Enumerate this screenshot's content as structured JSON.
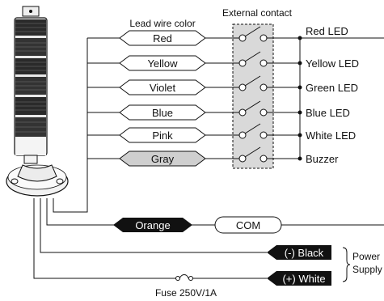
{
  "header": {
    "lead_wire_color": "Lead wire color",
    "external_contact": "External contact"
  },
  "leads": [
    {
      "color_label": "Red",
      "output": "Red LED",
      "fill": "#ffffff"
    },
    {
      "color_label": "Yellow",
      "output": "Yellow LED",
      "fill": "#ffffff"
    },
    {
      "color_label": "Violet",
      "output": "Green LED",
      "fill": "#ffffff"
    },
    {
      "color_label": "Blue",
      "output": "Blue LED",
      "fill": "#ffffff"
    },
    {
      "color_label": "Pink",
      "output": "White LED",
      "fill": "#ffffff"
    },
    {
      "color_label": "Gray",
      "output": "Buzzer",
      "fill": "#cfcfcf"
    }
  ],
  "common": {
    "wire_label": "Orange",
    "com_label": "COM"
  },
  "power": {
    "black_label": "(-) Black",
    "white_label": "(+) White",
    "supply_line1": "Power",
    "supply_line2": "Supply",
    "fuse_label": "Fuse 250V/1A"
  },
  "colors": {
    "line": "#111111",
    "contact_box": "#d9d9d9",
    "tag_dark": "#111111",
    "tower_dark": "#1a1a1a",
    "tower_light": "#e8e8e8"
  }
}
